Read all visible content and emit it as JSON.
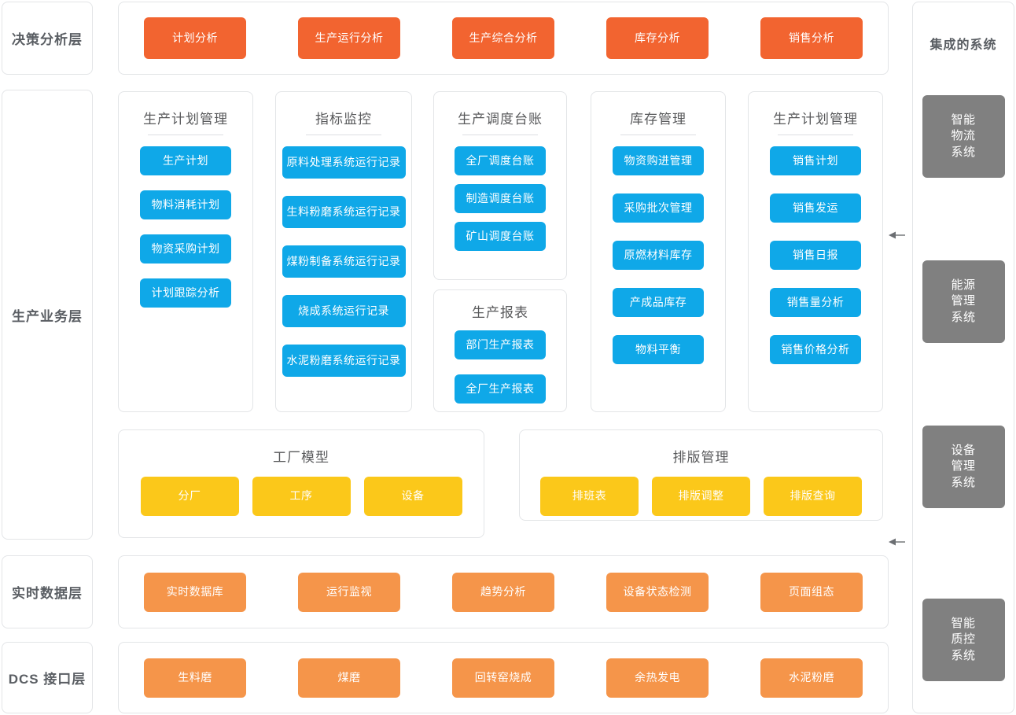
{
  "layers": {
    "decision": "决策分析层",
    "business": "生产业务层",
    "realtime": "实时数据层",
    "dcs": "DCS 接口层"
  },
  "decision_row": {
    "items": [
      "计划分析",
      "生产运行分析",
      "生产综合分析",
      "库存分析",
      "销售分析"
    ]
  },
  "business_groups": [
    {
      "title": "生产计划管理",
      "items": [
        "生产计划",
        "物料消耗计划",
        "物资采购计划",
        "计划跟踪分析"
      ]
    },
    {
      "title": "指标监控",
      "items": [
        "原料处理系统运行记录",
        "生料粉磨系统运行记录",
        "煤粉制备系统运行记录",
        "烧成系统运行记录",
        "水泥粉磨系统运行记录"
      ]
    },
    {
      "title": "生产调度台账",
      "items": [
        "全厂调度台账",
        "制造调度台账",
        "矿山调度台账"
      ]
    },
    {
      "title": "生产报表",
      "items": [
        "部门生产报表",
        "全厂生产报表"
      ]
    },
    {
      "title": "库存管理",
      "items": [
        "物资购进管理",
        "采购批次管理",
        "原燃材料库存",
        "产成品库存",
        "物料平衡"
      ]
    },
    {
      "title": "生产计划管理",
      "items": [
        "销售计划",
        "销售发运",
        "销售日报",
        "销售量分析",
        "销售价格分析"
      ]
    }
  ],
  "model_groups": [
    {
      "title": "工厂模型",
      "items": [
        "分厂",
        "工序",
        "设备"
      ]
    },
    {
      "title": "排版管理",
      "items": [
        "排班表",
        "排版调整",
        "排版查询"
      ]
    }
  ],
  "realtime_row": {
    "items": [
      "实时数据库",
      "运行监视",
      "趋势分析",
      "设备状态检测",
      "页面组态"
    ]
  },
  "dcs_row": {
    "items": [
      "生料磨",
      "煤磨",
      "回转窑烧成",
      "余热发电",
      "水泥粉磨"
    ]
  },
  "integrated": {
    "title": "集成的系统",
    "items": [
      {
        "lines": [
          "智能",
          "物流",
          "系统"
        ]
      },
      {
        "lines": [
          "能源",
          "管理",
          "系统"
        ]
      },
      {
        "lines": [
          "设备",
          "管理",
          "系统"
        ]
      },
      {
        "lines": [
          "智能",
          "质控",
          "系统"
        ]
      }
    ]
  },
  "colors": {
    "orange_dark": "#F26430",
    "orange_light": "#F5954A",
    "blue": "#0FA8E8",
    "yellow": "#FBC81A",
    "gray": "#808080",
    "border": "#E3E5E7",
    "text_gray": "#58595B"
  }
}
